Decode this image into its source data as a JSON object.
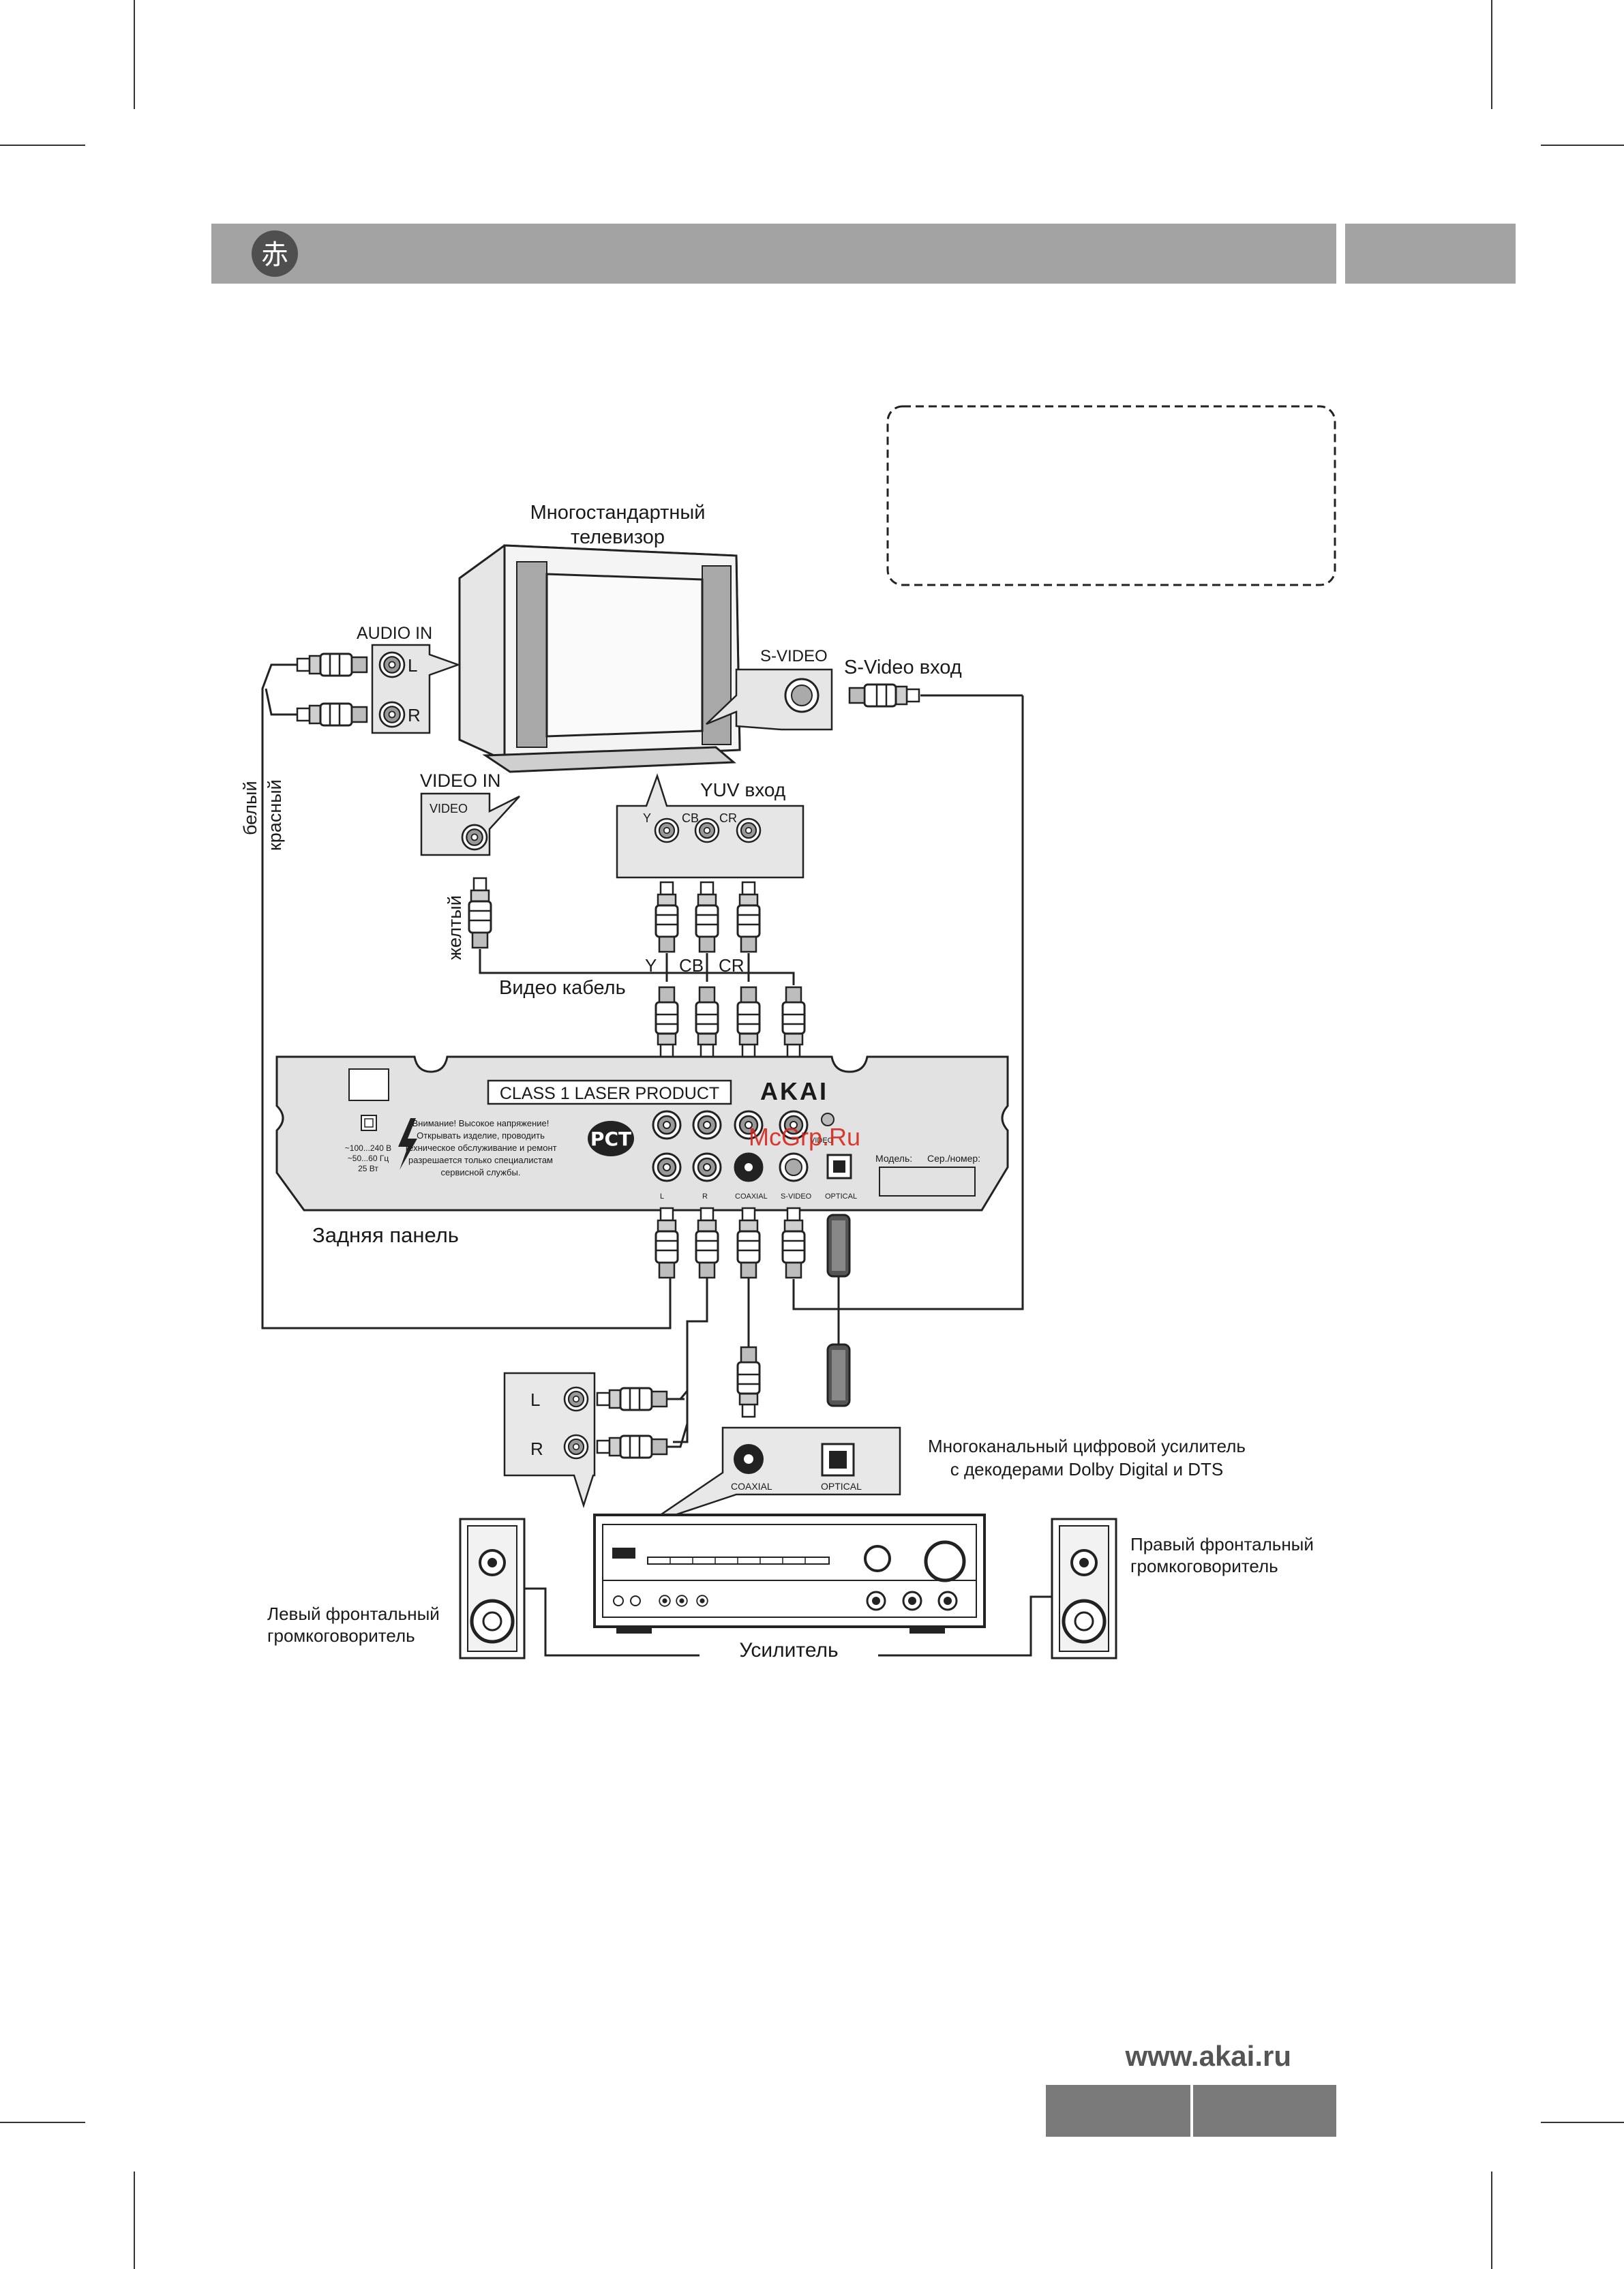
{
  "header": {
    "logo_glyph": "赤"
  },
  "labels": {
    "tv_title_line1": "Многостандартный",
    "tv_title_line2": "телевизор",
    "audio_in": "AUDIO IN",
    "audio_l": "L",
    "audio_r": "R",
    "svideo_port": "S-VIDEO",
    "svideo_input": "S-Video вход",
    "video_in": "VIDEO  IN",
    "video_port": "VIDEO",
    "yuv_input": "YUV вход",
    "yuv_y": "Y",
    "yuv_cb": "CB",
    "yuv_cr": "CR",
    "white_cable": "белый",
    "red_cable": "красный",
    "yellow_cable": "желтый",
    "video_cable": "Видео кабель",
    "cable_y": "Y",
    "cable_cb": "CB",
    "cable_cr": "CR",
    "laser_label": "CLASS 1 LASER PRODUCT",
    "brand": "AKAI",
    "warning_text": [
      "Внимание! Высокое напряжение!",
      "Открывать изделие, проводить",
      "техническое обслуживание и ремонт",
      "разрешается только специалистам",
      "сервисной службы."
    ],
    "power_spec": [
      "~100...240 В",
      "~50...60 Гц",
      "25 Вт"
    ],
    "model_label": "Модель:",
    "serial_label": "Сер./номер:",
    "port_l": "L",
    "port_r": "R",
    "port_coaxial": "COAXIAL",
    "port_svideo": "S-VIDEO",
    "port_optical": "OPTICAL",
    "port_video": "VIDEO",
    "rear_panel": "Задняя панель",
    "amp_l": "L",
    "amp_r": "R",
    "amp_coaxial": "COAXIAL",
    "amp_optical": "OPTICAL",
    "amp_desc_line1": "Многоканальный цифровой усилитель",
    "amp_desc_line2": "с декодерами Dolby Digital и DTS",
    "amplifier": "Усилитель",
    "left_speaker_line1": "Левый фронтальный",
    "left_speaker_line2": "громкоговоритель",
    "right_speaker_line1": "Правый фронтальный",
    "right_speaker_line2": "громкоговоритель",
    "watermark": "McGrp.Ru"
  },
  "footer": {
    "website": "www.akai.ru"
  },
  "colors": {
    "header_bar": "#a3a3a3",
    "footer_box": "#7a7a7a",
    "panel_fill": "#e2e2e2",
    "inset_fill": "#e8e8e8",
    "watermark": "#d9261c"
  }
}
